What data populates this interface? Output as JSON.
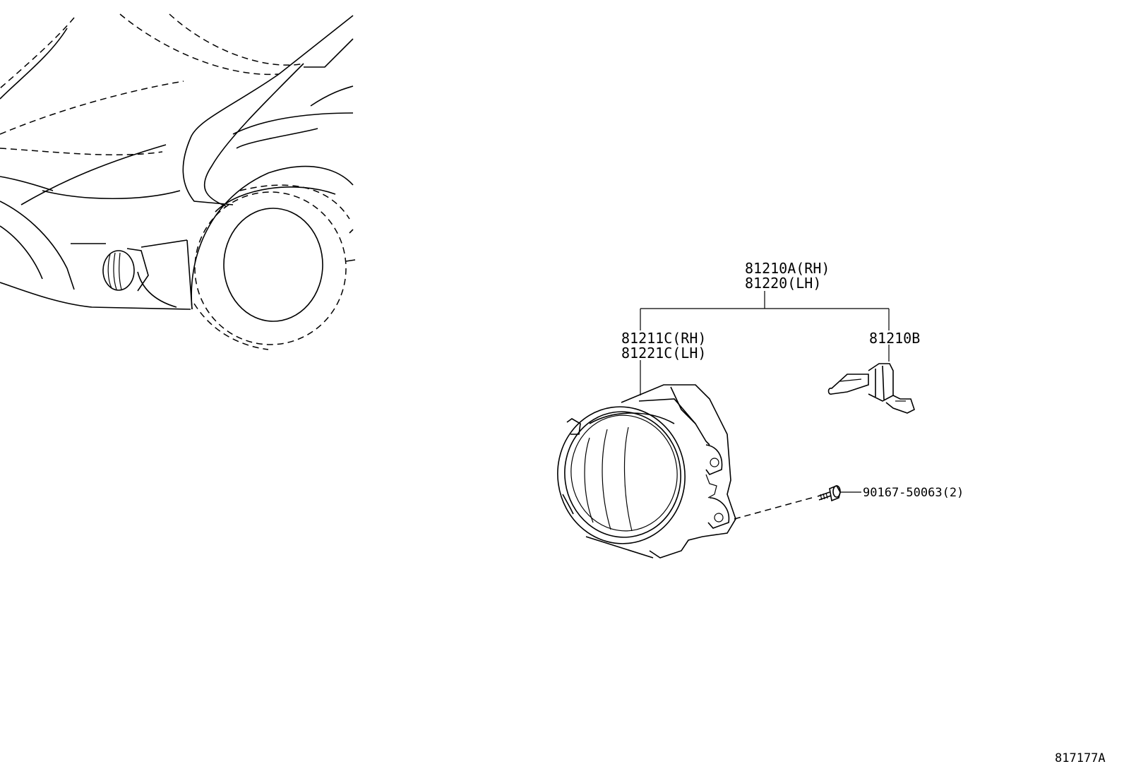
{
  "parts": {
    "assembly": {
      "number_rh": "81210A(RH)",
      "number_lh": "81220(LH)"
    },
    "lens_unit": {
      "number_rh": "81211C(RH)",
      "number_lh": "81221C(LH)"
    },
    "bulb": {
      "number": "81210B"
    },
    "screw": {
      "number": "90167-50063(2)"
    }
  },
  "illustration_id": "817177A"
}
